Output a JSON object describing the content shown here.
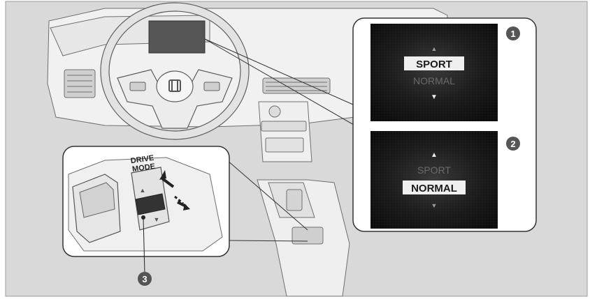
{
  "callouts": {
    "one": "1",
    "two": "2",
    "three": "3"
  },
  "display_top": {
    "selected": "SPORT",
    "unselected": "NORMAL",
    "arrow_up": "▲",
    "arrow_down": "▼"
  },
  "display_bottom": {
    "unselected": "SPORT",
    "selected": "NORMAL",
    "arrow_up": "▲",
    "arrow_down": "▼"
  },
  "switch": {
    "label_line1": "DRIVE",
    "label_line2": "MODE",
    "up_glyph": "▲",
    "down_glyph": "▼"
  },
  "colors": {
    "frame_bg": "#d9d9d9",
    "display_bg": "#141414",
    "callout_fill": "#555555"
  }
}
